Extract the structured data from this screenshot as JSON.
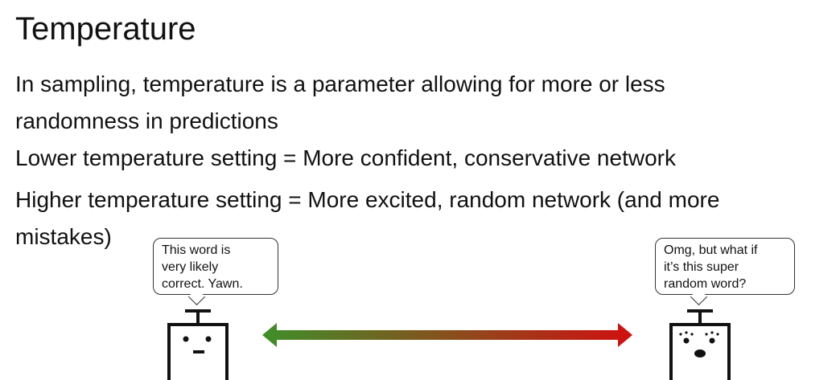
{
  "slide": {
    "title": "Temperature",
    "lines": [
      "In sampling, temperature is a parameter allowing for more or less",
      "randomness in predictions",
      "Lower temperature setting = More confident, conservative network",
      "Higher temperature setting = More excited, random network (and more",
      "mistakes)"
    ]
  },
  "left_bubble": {
    "text": "This word is\nvery likely\ncorrect. Yawn."
  },
  "right_bubble": {
    "text": "Omg, but what if\nit’s this super\nrandom word?"
  },
  "colors": {
    "arrow_start": "#3f8f2a",
    "arrow_end": "#d01010",
    "ink": "#111111"
  }
}
